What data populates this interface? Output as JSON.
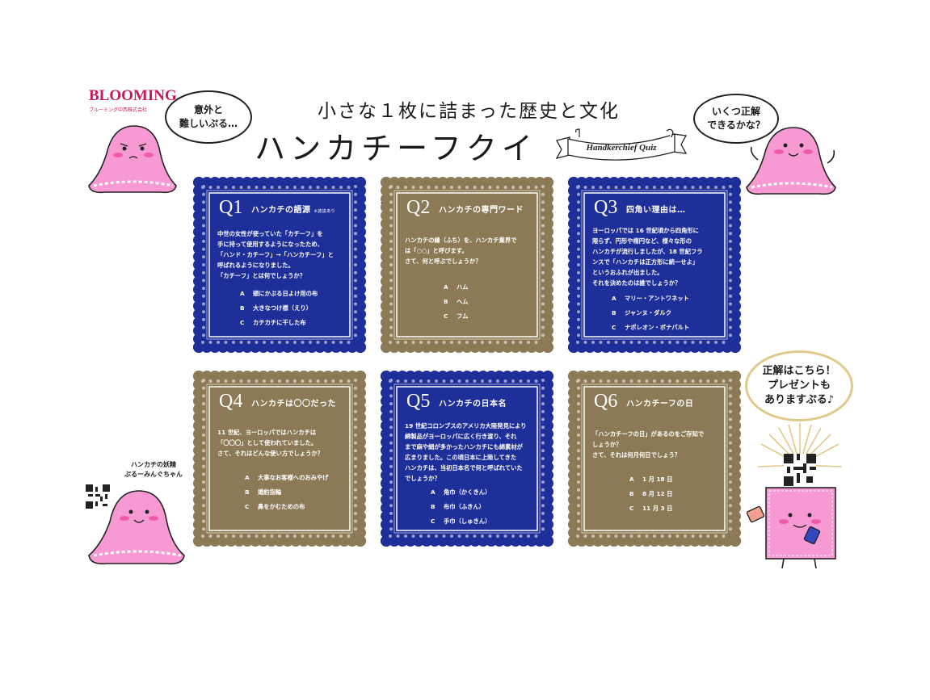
{
  "header": {
    "brand": "BLOOMING",
    "brand_sub": "ブルーミング中西株式会社",
    "subtitle": "小さな１枚に詰まった歴史と文化",
    "title": "ハンカチーフクイズ",
    "ribbon": "Handkerchief Quiz"
  },
  "bubbles": {
    "left": [
      "意外と",
      "難しいぷる…"
    ],
    "right": [
      "いくつ正解",
      "できるかな？"
    ],
    "answer": [
      "正解はこちら！",
      "プレゼントも",
      "ありますぷる♪"
    ]
  },
  "mascot_caption": [
    "ハンカチの妖精",
    "ぷるーみんぐちゃん"
  ],
  "colors": {
    "navy": "#1f2f9a",
    "gold": "#8b7a55",
    "pink": "#f79ad4",
    "brand": "#c8175d"
  },
  "questions": [
    {
      "num": "Q1",
      "title": "ハンカチの語源",
      "note": "※諸説あり",
      "color": "navy",
      "body": [
        "中世の女性が使っていた「カチーフ」を",
        "手に持って使用するようになったため、",
        "「ハンド・カチーフ」→「ハンカチーフ」と",
        "呼ばれるようになりました。",
        "「カチーフ」とは何でしょうか？"
      ],
      "options": [
        {
          "letter": "A",
          "text": "頭にかぶる日よけ用の布"
        },
        {
          "letter": "B",
          "text": "大きなつけ襟（えり）"
        },
        {
          "letter": "C",
          "text": "カチカチに干した布"
        }
      ]
    },
    {
      "num": "Q2",
      "title": "ハンカチの専門ワード",
      "note": "",
      "color": "gold",
      "body": [
        "ハンカチの縁（ふち）を、ハンカチ業界で",
        "は「○○」と呼びます。",
        "さて、何と呼ぶでしょうか？"
      ],
      "options": [
        {
          "letter": "A",
          "text": "ハム"
        },
        {
          "letter": "B",
          "text": "ヘム"
        },
        {
          "letter": "C",
          "text": "フム"
        }
      ]
    },
    {
      "num": "Q3",
      "title": "四角い理由は…",
      "note": "",
      "color": "navy",
      "body": [
        "ヨーロッパでは 16 世紀頃から四角形に",
        "限らず、円形や楕円など、様々な形の",
        "ハンカチが流行しましたが、18 世紀フラ",
        "ンスで「ハンカチは正方形に統一せよ」",
        "というおふれが出ました。",
        "それを決めたのは誰でしょうか？"
      ],
      "options": [
        {
          "letter": "A",
          "text": "マリー・アントワネット"
        },
        {
          "letter": "B",
          "text": "ジャンヌ・ダルク"
        },
        {
          "letter": "C",
          "text": "ナポレオン・ボナパルト"
        }
      ]
    },
    {
      "num": "Q4",
      "title": "ハンカチは〇〇だった",
      "note": "",
      "color": "gold",
      "body": [
        "11 世紀、ヨーロッパではハンカチは",
        "「〇〇〇」として使われていました。",
        "さて、それはどんな使い方でしょうか？"
      ],
      "options": [
        {
          "letter": "A",
          "text": "大事なお客様へのおみやげ"
        },
        {
          "letter": "B",
          "text": "婚約指輪"
        },
        {
          "letter": "C",
          "text": "鼻をかむための布"
        }
      ]
    },
    {
      "num": "Q5",
      "title": "ハンカチの日本名",
      "note": "",
      "color": "navy",
      "body": [
        "19 世紀コロンブスのアメリカ大陸発見により",
        "綿製品がヨーロッパに広く行き渡り、それ",
        "まで麻や絹が多かったハンカチにも綿素材が",
        "広まりました。この頃日本に上陸してきた",
        "ハンカチは、当初日本名で何と呼ばれていた",
        "でしょうか？"
      ],
      "options": [
        {
          "letter": "A",
          "text": "角巾（かくきん）"
        },
        {
          "letter": "B",
          "text": "布巾（ふきん）"
        },
        {
          "letter": "C",
          "text": "手巾（しゅきん）"
        }
      ]
    },
    {
      "num": "Q6",
      "title": "ハンカチーフの日",
      "note": "",
      "color": "gold",
      "body": [
        "「ハンカチーフの日」があるのをご存知で",
        "しょうか？",
        "さて、それは何月何日でしょう？"
      ],
      "options": [
        {
          "letter": "A",
          "text": "1 月 18 日"
        },
        {
          "letter": "B",
          "text": "8 月 12 日"
        },
        {
          "letter": "C",
          "text": "11 月 3 日"
        }
      ]
    }
  ]
}
